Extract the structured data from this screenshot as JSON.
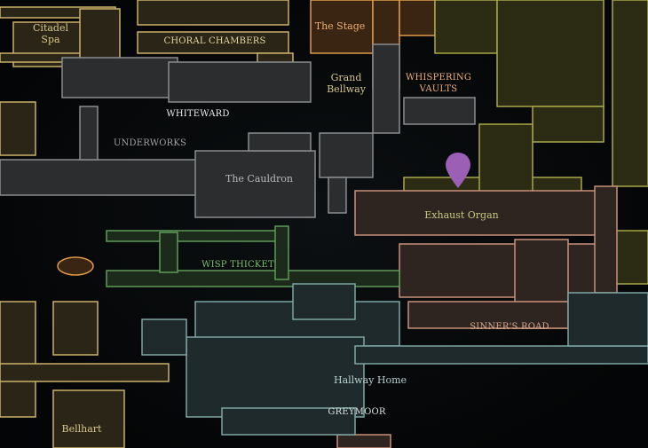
{
  "labels": {
    "citadel_spa": "Citadel\nSpa",
    "choral_chambers": "CHORAL CHAMBERS",
    "the_stage": "The Stage",
    "grand_bellway": "Grand\nBellway",
    "whispering_vaults": "WHISPERING\nVAULTS",
    "whiteward": "WHITEWARD",
    "underworks": "UNDERWORKS",
    "the_cauldron": "The Cauldron",
    "exhaust_organ": "Exhaust Organ",
    "wisp_thicket": "WISP THICKET",
    "sinners_road": "SINNER'S ROAD",
    "hallway_home": "Hallway Home",
    "greymoor": "GREYMOOR",
    "bellhart": "Bellhart"
  },
  "colors": {
    "citadel": "#c9b16a",
    "stage": "#e09a4a",
    "grey": "#8a8d90",
    "olive": "#a8a848",
    "sinners": "#c8907a",
    "wisp": "#5f9a5a",
    "greymoor": "#7fa5a5",
    "pin": "#9b5fb5"
  },
  "marker": {
    "icon": "map-pin-icon"
  }
}
